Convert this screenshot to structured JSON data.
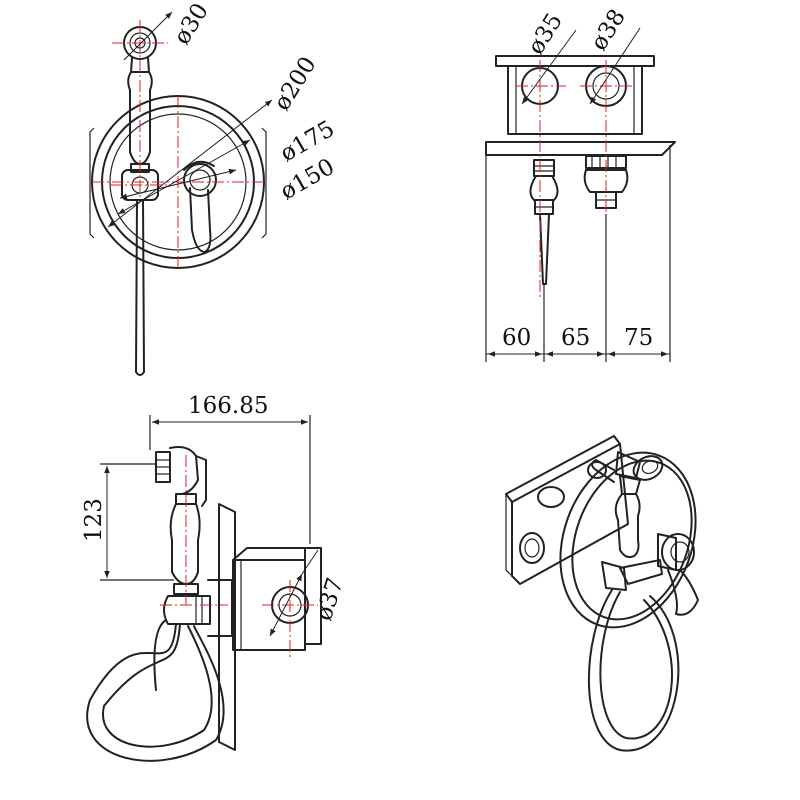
{
  "views": {
    "front": {
      "dims": {
        "d30": "ø30",
        "d200": "ø200",
        "d175": "ø175",
        "d150": "ø150"
      }
    },
    "top": {
      "dims": {
        "d35": "ø35",
        "d38": "ø38",
        "w60": "60",
        "w65": "65",
        "w75": "75"
      }
    },
    "side": {
      "dims": {
        "w16685": "166.85",
        "h123": "123",
        "d37": "ø37"
      }
    },
    "iso": {}
  },
  "colors": {
    "line": "#222222",
    "centerline": "#e0202a",
    "background": "#ffffff"
  }
}
